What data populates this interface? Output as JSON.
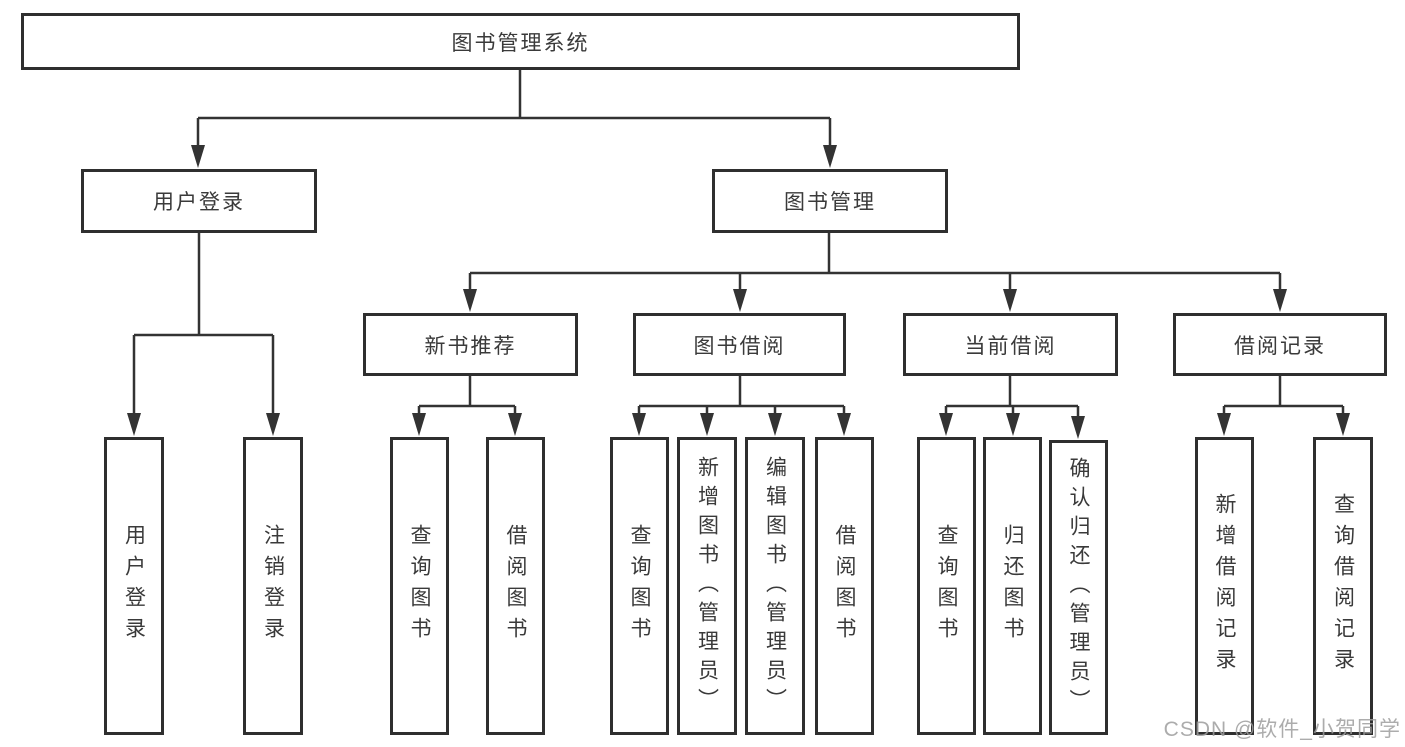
{
  "diagram": {
    "type": "hierarchy-tree",
    "colors": {
      "line": "#333333",
      "box_border": "#2f2f2f",
      "text": "#3a3a3a",
      "background": "#ffffff",
      "watermark": "#9e9e9e"
    },
    "tree": {
      "label": "图书管理系统",
      "children": [
        {
          "label": "用户登录",
          "children": [
            {
              "label": "用户登录"
            },
            {
              "label": "注销登录"
            }
          ]
        },
        {
          "label": "图书管理",
          "children": [
            {
              "label": "新书推荐",
              "children": [
                {
                  "label": "查询图书"
                },
                {
                  "label": "借阅图书"
                }
              ]
            },
            {
              "label": "图书借阅",
              "children": [
                {
                  "label": "查询图书"
                },
                {
                  "label": "新增图书（管理员）"
                },
                {
                  "label": "编辑图书（管理员）"
                },
                {
                  "label": "借阅图书"
                }
              ]
            },
            {
              "label": "当前借阅",
              "children": [
                {
                  "label": "查询图书"
                },
                {
                  "label": "归还图书"
                },
                {
                  "label": "确认归还（管理员）"
                }
              ]
            },
            {
              "label": "借阅记录",
              "children": [
                {
                  "label": "新增借阅记录"
                },
                {
                  "label": "查询借阅记录"
                }
              ]
            }
          ]
        }
      ]
    },
    "watermark": {
      "text": "CSDN @软件_小贺同学"
    }
  }
}
